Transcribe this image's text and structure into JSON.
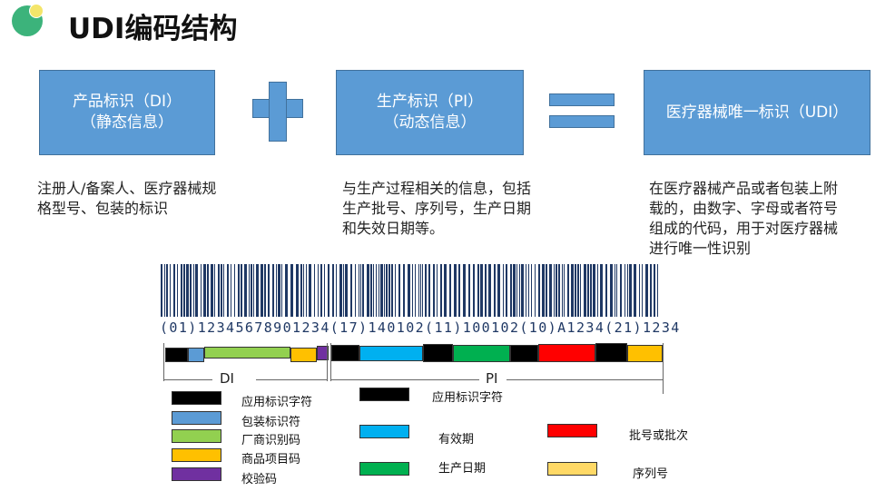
{
  "title": "UDI编码结构",
  "colors": {
    "box_fill": "#5b9bd5",
    "black": "#000000",
    "blue_light": "#5b9bd5",
    "green_light": "#92d050",
    "orange": "#ffc000",
    "purple": "#7030a0",
    "cyan": "#00b0f0",
    "green": "#00b050",
    "red": "#ff0000",
    "yellow_light": "#ffd966"
  },
  "boxes": {
    "di": {
      "line1": "产品标识（DI）",
      "line2": "（静态信息）"
    },
    "pi": {
      "line1": "生产标识（PI）",
      "line2": "（动态信息）"
    },
    "udi": {
      "line1": "医疗器械唯一标识（UDI）"
    }
  },
  "descriptions": {
    "di": [
      "注册人/备案人、医疗器械规",
      "格型号、包装的标识"
    ],
    "pi": [
      "与生产过程相关的信息，包括",
      "生产批号、序列号，生产日期",
      "和失效日期等。"
    ],
    "udi": [
      "在医疗器械产品或者包装上附",
      "载的，由数字、字母或者符号",
      "组成的代码，用于对医疗器械",
      "进行唯一性识别"
    ]
  },
  "barcode_digits": "(01)12345678901234(17)140102(11)100102(10)A1234(21)1234",
  "brackets": {
    "di": "DI",
    "pi": "PI"
  },
  "legend_left": [
    {
      "label": "应用标识字符",
      "color": "#000000"
    },
    {
      "label": "包装标识符",
      "color": "#5b9bd5"
    },
    {
      "label": "厂商识别码",
      "color": "#92d050"
    },
    {
      "label": "商品项目码",
      "color": "#ffc000"
    },
    {
      "label": "校验码",
      "color": "#7030a0"
    }
  ],
  "legend_right": [
    {
      "label": "应用标识字符",
      "color": "#000000"
    },
    {
      "label": "有效期",
      "color": "#00b0f0"
    },
    {
      "label": "生产日期",
      "color": "#00b050"
    },
    {
      "label": "批号或批次",
      "color": "#ff0000"
    },
    {
      "label": "序列号",
      "color": "#ffd966"
    }
  ]
}
